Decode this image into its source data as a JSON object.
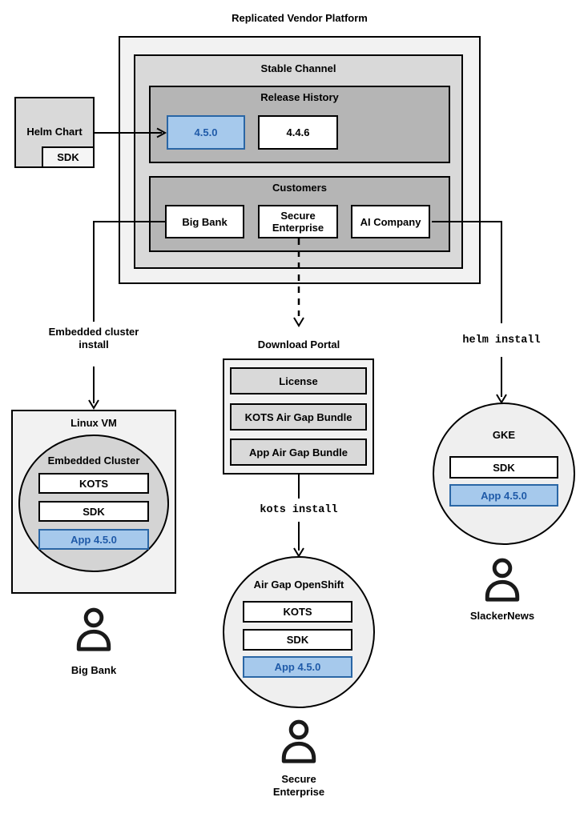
{
  "title": "Replicated Vendor Platform",
  "platform": {
    "stable_channel": {
      "label": "Stable Channel",
      "release_history": {
        "label": "Release History",
        "releases": [
          {
            "label": "4.5.0",
            "highlighted": true
          },
          {
            "label": "4.4.6",
            "highlighted": false
          }
        ]
      },
      "customers": {
        "label": "Customers",
        "items": [
          {
            "label": "Big Bank"
          },
          {
            "label": "Secure Enterprise"
          },
          {
            "label": "AI Company"
          }
        ]
      }
    }
  },
  "helm_chart": {
    "label": "Helm Chart",
    "sdk": "SDK"
  },
  "edge_labels": {
    "embedded_cluster_install": "Embedded cluster\ninstall",
    "helm_install": "helm install",
    "kots_install": "kots install"
  },
  "download_portal": {
    "label": "Download Portal",
    "items": [
      "License",
      "KOTS Air Gap Bundle",
      "App Air Gap Bundle"
    ]
  },
  "linux_vm": {
    "label": "Linux VM",
    "embedded_cluster": {
      "label": "Embedded Cluster",
      "components": [
        "KOTS",
        "SDK"
      ],
      "app": "App 4.5.0"
    },
    "user": "Big Bank"
  },
  "air_gap_openshift": {
    "label": "Air Gap OpenShift",
    "components": [
      "KOTS",
      "SDK"
    ],
    "app": "App 4.5.0",
    "user": "Secure\nEnterprise"
  },
  "gke": {
    "label": "GKE",
    "components": [
      "SDK"
    ],
    "app": "App 4.5.0",
    "user": "SlackerNews"
  },
  "colors": {
    "highlight_fill": "#a6c9ec",
    "highlight_border": "#2a66a5",
    "highlight_text": "#1f5aa8"
  }
}
